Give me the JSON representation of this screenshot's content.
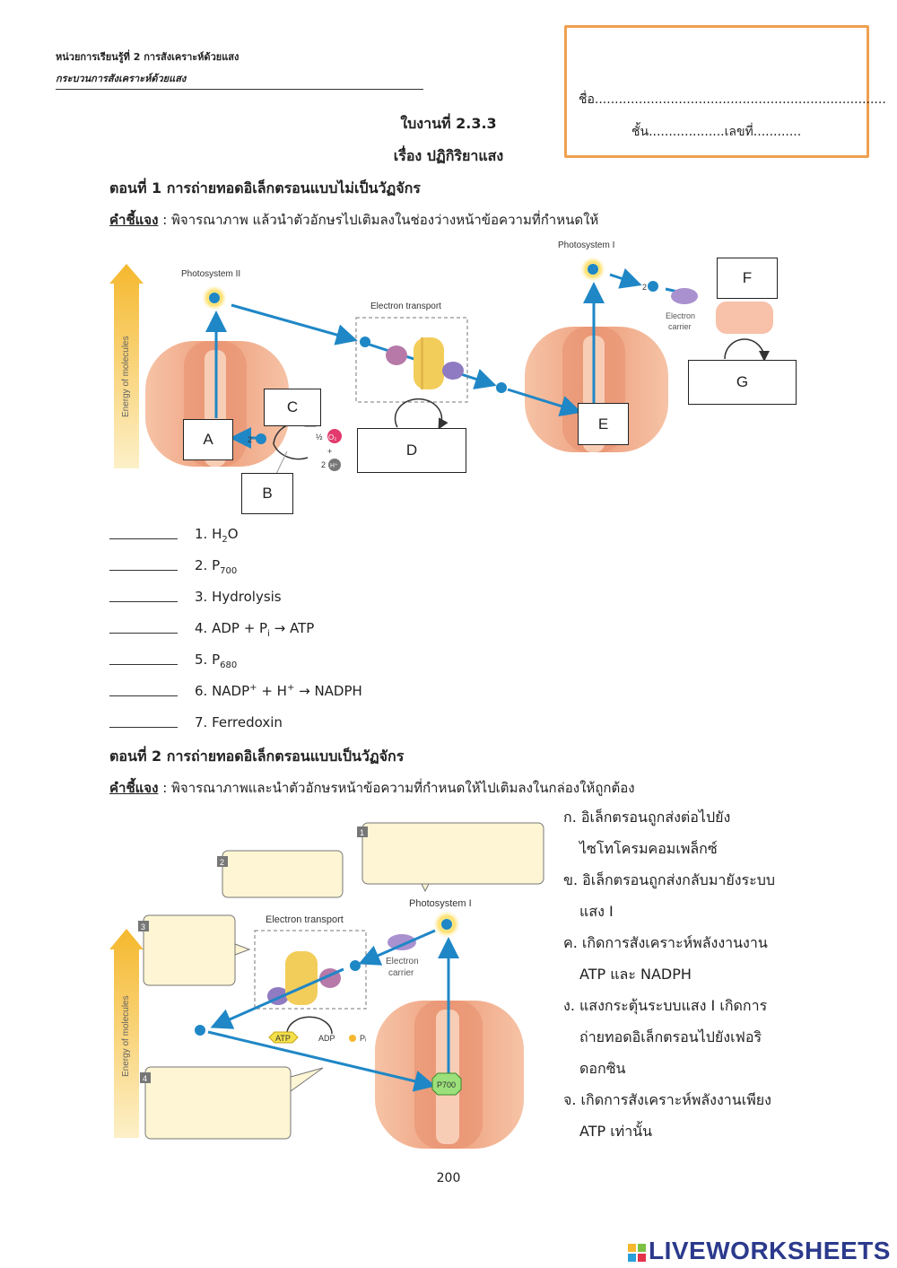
{
  "header": {
    "unit": "หน่วยการเรียนรู้ที่ 2  การสังเคราะห์ด้วยแสง",
    "topic": "กระบวนการสังเคราะห์ด้วยแสง"
  },
  "name_box": {
    "name": "ชื่อ.........................................................................",
    "class": "ชั้น...................เลขที่............"
  },
  "title": {
    "sheet": "ใบงานที่ 2.3.3",
    "subject": "เรื่อง ปฏิกิริยาแสง"
  },
  "part1": {
    "heading": "ตอนที่ 1 การถ่ายทอดอิเล็กตรอนแบบไม่เป็นวัฏจักร",
    "instr_label": "คำชี้แจง",
    "instr_text": " : พิจารณาภาพ แล้วนำตัวอักษรไปเติมลงในช่องว่างหน้าข้อความที่กำหนดให้",
    "diagram": {
      "ps2": "Photosystem II",
      "ps1": "Photosystem I",
      "etc": "Electron transport",
      "energy": "Energy of molecules",
      "carrier1": "Electron",
      "carrier2": "carrier",
      "e": "e⁻",
      "two_e": "2",
      "o2_half": "½",
      "o2": "O₂",
      "plus": "+",
      "two_h": "2",
      "h": "H⁺",
      "box_a": "A",
      "box_b": "B",
      "box_c": "C",
      "box_d": "D",
      "box_e": "E",
      "box_f": "F",
      "box_g": "G"
    },
    "answers": [
      {
        "pre": "1. H",
        "sub": "2",
        "post": "O"
      },
      {
        "pre": "2. P",
        "sub": "700",
        "post": ""
      },
      {
        "pre": "3. Hydrolysis",
        "sub": "",
        "post": ""
      },
      {
        "pre": "4. ADP + P",
        "sub": "i",
        "post": " → ATP"
      },
      {
        "pre": "5. P",
        "sub": "680",
        "post": ""
      },
      {
        "pre": "6. NADP",
        "sup": "+",
        "mid": " + H",
        "sup2": "+",
        "post": " → NADPH"
      },
      {
        "pre": "7. Ferredoxin",
        "sub": "",
        "post": ""
      }
    ]
  },
  "part2": {
    "heading": "ตอนที่ 2 การถ่ายทอดอิเล็กตรอนแบบเป็นวัฏจักร",
    "instr_label": "คำชี้แจง",
    "instr_text": " : พิจารณาภาพและนำตัวอักษรหน้าข้อความที่กำหนดให้ไปเติมลงในกล่องให้ถูกต้อง",
    "diagram": {
      "ps1": "Photosystem I",
      "etc": "Electron transport",
      "energy": "Energy of molecules",
      "carrier1": "Electron",
      "carrier2": "carrier",
      "atp": "ATP",
      "adp": "ADP",
      "pi": "Pᵢ",
      "p700": "P700",
      "e": "e⁻",
      "n1": "1",
      "n2": "2",
      "n3": "3",
      "n4": "4"
    },
    "options": [
      [
        "ก. อิเล็กตรอนถูกส่งต่อไปยัง",
        "ไซโทโครมคอมเพล็กซ์"
      ],
      [
        "ข. อิเล็กตรอนถูกส่งกลับมายังระบบ",
        "แสง I"
      ],
      [
        "ค. เกิดการสังเคราะห์พลังงานงาน",
        "ATP และ NADPH"
      ],
      [
        "ง. แสงกระตุ้นระบบแสง I เกิดการ",
        "ถ่ายทอดอิเล็กตรอนไปยังเฟอริ",
        "ดอกซิน"
      ],
      [
        "จ. เกิดการสังเคราะห์พลังงานเพียง",
        "ATP เท่านั้น"
      ]
    ]
  },
  "page_number": "200",
  "logo": "LIVEWORKSHEETS",
  "colors": {
    "accent_orange": "#f0a050",
    "arrow_blue": "#1f87c6",
    "energy_arrow": "#f5b82e",
    "protein_peach": "#f3b69a",
    "callout_yellow": "#fdf5d3",
    "logo_blue": "#2b3a8c"
  }
}
